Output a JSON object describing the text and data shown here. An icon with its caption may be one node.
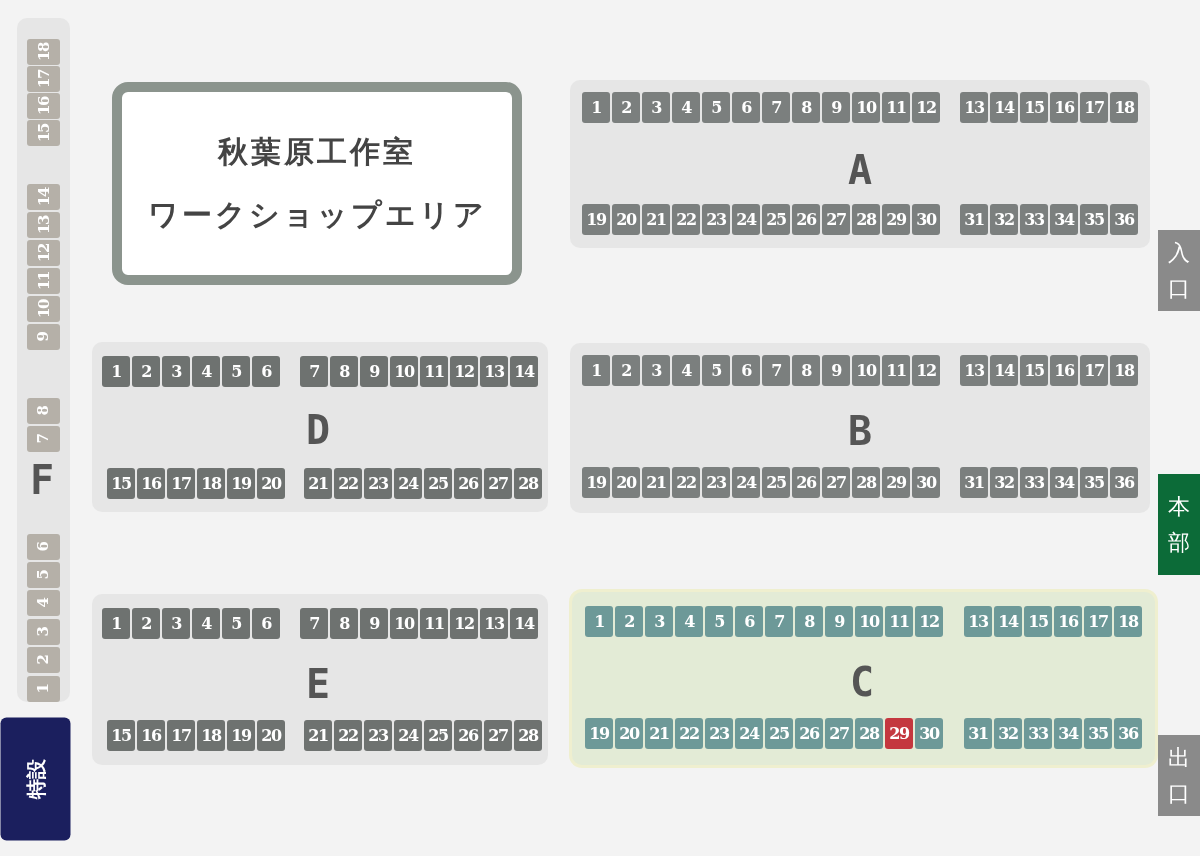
{
  "diagram": {
    "nodes": [
      {
        "text": [
          "F"
        ]
      },
      {
        "text": [
          "1"
        ],
        "in": 0
      },
      {
        "text": [
          "2"
        ],
        "in": 0
      },
      {
        "text": [
          "3"
        ],
        "in": 0
      },
      {
        "text": [
          "4"
        ],
        "in": 0
      },
      {
        "text": [
          "5"
        ],
        "in": 0
      },
      {
        "text": [
          "6"
        ],
        "in": 0
      },
      {
        "text": [
          "7"
        ],
        "in": 0
      },
      {
        "text": [
          "8"
        ],
        "in": 0
      },
      {
        "text": [
          "9"
        ],
        "in": 0
      },
      {
        "text": [
          "10"
        ],
        "in": 0
      },
      {
        "text": [
          "11"
        ],
        "in": 0
      },
      {
        "text": [
          "12"
        ],
        "in": 0
      },
      {
        "text": [
          "13"
        ],
        "in": 0
      },
      {
        "text": [
          "14"
        ],
        "in": 0
      },
      {
        "text": [
          "15"
        ],
        "in": 0
      },
      {
        "text": [
          "16"
        ],
        "in": 0
      },
      {
        "text": [
          "17"
        ],
        "in": 0
      },
      {
        "text": [
          "18"
        ],
        "in": 0
      },
      {
        "text": [
          "秋葉原工作室",
          "ワークショップエリア"
        ]
      },
      {
        "text": [
          "A"
        ]
      },
      {
        "text": [
          "1"
        ],
        "in": 20
      },
      {
        "text": [
          "2"
        ],
        "in": 20
      },
      {
        "text": [
          "3"
        ],
        "in": 20
      },
      {
        "text": [
          "4"
        ],
        "in": 20
      },
      {
        "text": [
          "5"
        ],
        "in": 20
      },
      {
        "text": [
          "6"
        ],
        "in": 20
      },
      {
        "text": [
          "7"
        ],
        "in": 20
      },
      {
        "text": [
          "8"
        ],
        "in": 20
      },
      {
        "text": [
          "9"
        ],
        "in": 20
      },
      {
        "text": [
          "10"
        ],
        "in": 20
      },
      {
        "text": [
          "11"
        ],
        "in": 20
      },
      {
        "text": [
          "12"
        ],
        "in": 20
      },
      {
        "text": [
          "13"
        ],
        "in": 20
      },
      {
        "text": [
          "14"
        ],
        "in": 20
      },
      {
        "text": [
          "15"
        ],
        "in": 20
      },
      {
        "text": [
          "16"
        ],
        "in": 20
      },
      {
        "text": [
          "17"
        ],
        "in": 20
      },
      {
        "text": [
          "18"
        ],
        "in": 20
      },
      {
        "text": [
          "19"
        ],
        "in": 20
      },
      {
        "text": [
          "20"
        ],
        "in": 20
      },
      {
        "text": [
          "21"
        ],
        "in": 20
      },
      {
        "text": [
          "22"
        ],
        "in": 20
      },
      {
        "text": [
          "23"
        ],
        "in": 20
      },
      {
        "text": [
          "24"
        ],
        "in": 20
      },
      {
        "text": [
          "25"
        ],
        "in": 20
      },
      {
        "text": [
          "26"
        ],
        "in": 20
      },
      {
        "text": [
          "27"
        ],
        "in": 20
      },
      {
        "text": [
          "28"
        ],
        "in": 20
      },
      {
        "text": [
          "29"
        ],
        "in": 20
      },
      {
        "text": [
          "30"
        ],
        "in": 20
      },
      {
        "text": [
          "31"
        ],
        "in": 20
      },
      {
        "text": [
          "32"
        ],
        "in": 20
      },
      {
        "text": [
          "33"
        ],
        "in": 20
      },
      {
        "text": [
          "34"
        ],
        "in": 20
      },
      {
        "text": [
          "35"
        ],
        "in": 20
      },
      {
        "text": [
          "36"
        ],
        "in": 20
      },
      {
        "text": [
          "入口"
        ]
      },
      {
        "text": [
          "D"
        ]
      },
      {
        "text": [
          "1"
        ],
        "in": 58
      },
      {
        "text": [
          "2"
        ],
        "in": 58
      },
      {
        "text": [
          "3"
        ],
        "in": 58
      },
      {
        "text": [
          "4"
        ],
        "in": 58
      },
      {
        "text": [
          "5"
        ],
        "in": 58
      },
      {
        "text": [
          "6"
        ],
        "in": 58
      },
      {
        "text": [
          "7"
        ],
        "in": 58
      },
      {
        "text": [
          "8"
        ],
        "in": 58
      },
      {
        "text": [
          "9"
        ],
        "in": 58
      },
      {
        "text": [
          "10"
        ],
        "in": 58
      },
      {
        "text": [
          "11"
        ],
        "in": 58
      },
      {
        "text": [
          "12"
        ],
        "in": 58
      },
      {
        "text": [
          "13"
        ],
        "in": 58
      },
      {
        "text": [
          "14"
        ],
        "in": 58
      },
      {
        "text": [
          "15"
        ],
        "in": 58
      },
      {
        "text": [
          "16"
        ],
        "in": 58
      },
      {
        "text": [
          "17"
        ],
        "in": 58
      },
      {
        "text": [
          "18"
        ],
        "in": 58
      },
      {
        "text": [
          "19"
        ],
        "in": 58
      },
      {
        "text": [
          "20"
        ],
        "in": 58
      },
      {
        "text": [
          "21"
        ],
        "in": 58
      },
      {
        "text": [
          "22"
        ],
        "in": 58
      },
      {
        "text": [
          "23"
        ],
        "in": 58
      },
      {
        "text": [
          "24"
        ],
        "in": 58
      },
      {
        "text": [
          "25"
        ],
        "in": 58
      },
      {
        "text": [
          "26"
        ],
        "in": 58
      },
      {
        "text": [
          "27"
        ],
        "in": 58
      },
      {
        "text": [
          "28"
        ],
        "in": 58
      },
      {
        "text": [
          "B"
        ]
      },
      {
        "text": [
          "1"
        ],
        "in": 87
      },
      {
        "text": [
          "2"
        ],
        "in": 87
      },
      {
        "text": [
          "3"
        ],
        "in": 87
      },
      {
        "text": [
          "4"
        ],
        "in": 87
      },
      {
        "text": [
          "5"
        ],
        "in": 87
      },
      {
        "text": [
          "6"
        ],
        "in": 87
      },
      {
        "text": [
          "7"
        ],
        "in": 87
      },
      {
        "text": [
          "8"
        ],
        "in": 87
      },
      {
        "text": [
          "9"
        ],
        "in": 87
      },
      {
        "text": [
          "10"
        ],
        "in": 87
      },
      {
        "text": [
          "11"
        ],
        "in": 87
      },
      {
        "text": [
          "12"
        ],
        "in": 87
      },
      {
        "text": [
          "13"
        ],
        "in": 87
      },
      {
        "text": [
          "14"
        ],
        "in": 87
      },
      {
        "text": [
          "15"
        ],
        "in": 87
      },
      {
        "text": [
          "16"
        ],
        "in": 87
      },
      {
        "text": [
          "17"
        ],
        "in": 87
      },
      {
        "text": [
          "18"
        ],
        "in": 87
      },
      {
        "text": [
          "19"
        ],
        "in": 87
      },
      {
        "text": [
          "20"
        ],
        "in": 87
      },
      {
        "text": [
          "21"
        ],
        "in": 87
      },
      {
        "text": [
          "22"
        ],
        "in": 87
      },
      {
        "text": [
          "23"
        ],
        "in": 87
      },
      {
        "text": [
          "24"
        ],
        "in": 87
      },
      {
        "text": [
          "25"
        ],
        "in": 87
      },
      {
        "text": [
          "26"
        ],
        "in": 87
      },
      {
        "text": [
          "27"
        ],
        "in": 87
      },
      {
        "text": [
          "28"
        ],
        "in": 87
      },
      {
        "text": [
          "29"
        ],
        "in": 87
      },
      {
        "text": [
          "30"
        ],
        "in": 87
      },
      {
        "text": [
          "31"
        ],
        "in": 87
      },
      {
        "text": [
          "32"
        ],
        "in": 87
      },
      {
        "text": [
          "33"
        ],
        "in": 87
      },
      {
        "text": [
          "34"
        ],
        "in": 87
      },
      {
        "text": [
          "35"
        ],
        "in": 87
      },
      {
        "text": [
          "36"
        ],
        "in": 87
      },
      {
        "text": [
          "本部"
        ]
      },
      {
        "text": [
          "E"
        ]
      },
      {
        "text": [
          "1"
        ],
        "in": 125
      },
      {
        "text": [
          "2"
        ],
        "in": 125
      },
      {
        "text": [
          "3"
        ],
        "in": 125
      },
      {
        "text": [
          "4"
        ],
        "in": 125
      },
      {
        "text": [
          "5"
        ],
        "in": 125
      },
      {
        "text": [
          "6"
        ],
        "in": 125
      },
      {
        "text": [
          "7"
        ],
        "in": 125
      },
      {
        "text": [
          "8"
        ],
        "in": 125
      },
      {
        "text": [
          "9"
        ],
        "in": 125
      },
      {
        "text": [
          "10"
        ],
        "in": 125
      },
      {
        "text": [
          "11"
        ],
        "in": 125
      },
      {
        "text": [
          "12"
        ],
        "in": 125
      },
      {
        "text": [
          "13"
        ],
        "in": 125
      },
      {
        "text": [
          "14"
        ],
        "in": 125
      },
      {
        "text": [
          "15"
        ],
        "in": 125
      },
      {
        "text": [
          "16"
        ],
        "in": 125
      },
      {
        "text": [
          "17"
        ],
        "in": 125
      },
      {
        "text": [
          "18"
        ],
        "in": 125
      },
      {
        "text": [
          "19"
        ],
        "in": 125
      },
      {
        "text": [
          "20"
        ],
        "in": 125
      },
      {
        "text": [
          "21"
        ],
        "in": 125
      },
      {
        "text": [
          "22"
        ],
        "in": 125
      },
      {
        "text": [
          "23"
        ],
        "in": 125
      },
      {
        "text": [
          "24"
        ],
        "in": 125
      },
      {
        "text": [
          "25"
        ],
        "in": 125
      },
      {
        "text": [
          "26"
        ],
        "in": 125
      },
      {
        "text": [
          "27"
        ],
        "in": 125
      },
      {
        "text": [
          "28"
        ],
        "in": 125
      },
      {
        "text": [
          "C"
        ]
      },
      {
        "text": [
          "1"
        ],
        "in": 154
      },
      {
        "text": [
          "2"
        ],
        "in": 154
      },
      {
        "text": [
          "3"
        ],
        "in": 154
      },
      {
        "text": [
          "4"
        ],
        "in": 154
      },
      {
        "text": [
          "5"
        ],
        "in": 154
      },
      {
        "text": [
          "6"
        ],
        "in": 154
      },
      {
        "text": [
          "7"
        ],
        "in": 154
      },
      {
        "text": [
          "8"
        ],
        "in": 154
      },
      {
        "text": [
          "9"
        ],
        "in": 154
      },
      {
        "text": [
          "10"
        ],
        "in": 154
      },
      {
        "text": [
          "11"
        ],
        "in": 154
      },
      {
        "text": [
          "12"
        ],
        "in": 154
      },
      {
        "text": [
          "13"
        ],
        "in": 154
      },
      {
        "text": [
          "14"
        ],
        "in": 154
      },
      {
        "text": [
          "15"
        ],
        "in": 154
      },
      {
        "text": [
          "16"
        ],
        "in": 154
      },
      {
        "text": [
          "17"
        ],
        "in": 154
      },
      {
        "text": [
          "18"
        ],
        "in": 154
      },
      {
        "text": [
          "19"
        ],
        "in": 154
      },
      {
        "text": [
          "20"
        ],
        "in": 154
      },
      {
        "text": [
          "21"
        ],
        "in": 154
      },
      {
        "text": [
          "22"
        ],
        "in": 154
      },
      {
        "text": [
          "23"
        ],
        "in": 154
      },
      {
        "text": [
          "24"
        ],
        "in": 154
      },
      {
        "text": [
          "25"
        ],
        "in": 154
      },
      {
        "text": [
          "26"
        ],
        "in": 154
      },
      {
        "text": [
          "27"
        ],
        "in": 154
      },
      {
        "text": [
          "28"
        ],
        "in": 154
      },
      {
        "text": [
          "29"
        ],
        "in": 154
      },
      {
        "text": [
          "30"
        ],
        "in": 154
      },
      {
        "text": [
          "31"
        ],
        "in": 154
      },
      {
        "text": [
          "32"
        ],
        "in": 154
      },
      {
        "text": [
          "33"
        ],
        "in": 154
      },
      {
        "text": [
          "34"
        ],
        "in": 154
      },
      {
        "text": [
          "35"
        ],
        "in": 154
      },
      {
        "text": [
          "36"
        ],
        "in": 154
      },
      {
        "text": [
          "出口"
        ]
      },
      {
        "text": [
          "特設"
        ]
      }
    ]
  }
}
